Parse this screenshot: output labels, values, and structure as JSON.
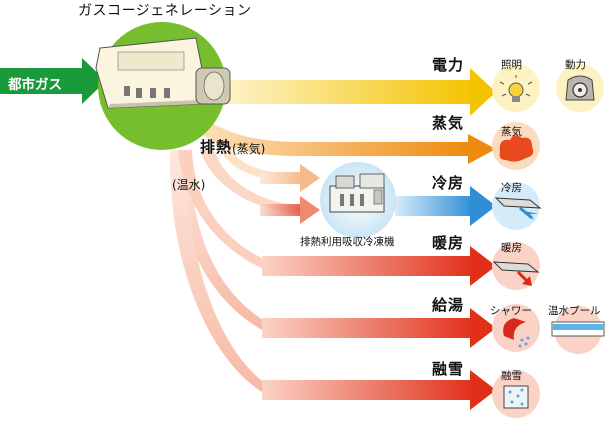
{
  "diagram": {
    "title": "ガスコージェネレーション",
    "input": "都市ガス",
    "exhaust_heat": "排熱",
    "steam": "(蒸気)",
    "hot_water": "(温水)",
    "chiller": "排熱利用吸収冷凍機",
    "outputs": {
      "power": {
        "label": "電力",
        "items": [
          "照明",
          "動力"
        ]
      },
      "steam": {
        "label": "蒸気",
        "items": [
          "蒸気"
        ]
      },
      "cooling": {
        "label": "冷房",
        "items": [
          "冷房"
        ]
      },
      "heating": {
        "label": "暖房",
        "items": [
          "暖房"
        ]
      },
      "hot_water_supply": {
        "label": "給湯",
        "items": [
          "シャワー",
          "温水プール"
        ]
      },
      "snow_melting": {
        "label": "融雪",
        "items": [
          "融雪"
        ]
      }
    },
    "colors": {
      "gas_green": "#1a9a3a",
      "unit_green": "#77be2e",
      "power_yellow": "#f2c200",
      "steam_orange": "#ef8e10",
      "cool_blue": "#2e8fd8",
      "heat_red": "#e23a1e"
    }
  }
}
